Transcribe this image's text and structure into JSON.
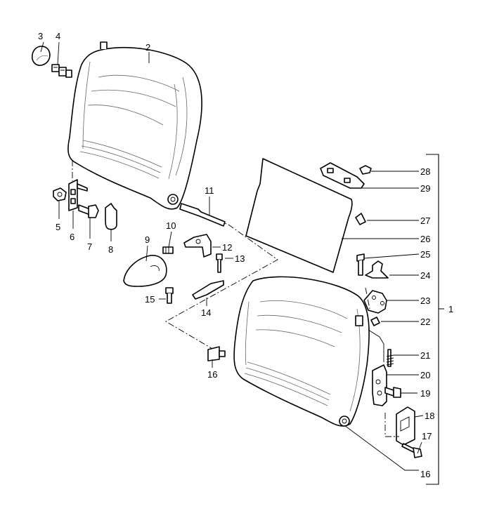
{
  "callouts": [
    {
      "key": "p1",
      "text": "1"
    },
    {
      "key": "p2",
      "text": "2"
    },
    {
      "key": "p3",
      "text": "3"
    },
    {
      "key": "p4",
      "text": "4"
    },
    {
      "key": "p5",
      "text": "5"
    },
    {
      "key": "p6",
      "text": "6"
    },
    {
      "key": "p7",
      "text": "7"
    },
    {
      "key": "p8",
      "text": "8"
    },
    {
      "key": "p9",
      "text": "9"
    },
    {
      "key": "p10",
      "text": "10"
    },
    {
      "key": "p11",
      "text": "11"
    },
    {
      "key": "p12",
      "text": "12"
    },
    {
      "key": "p13",
      "text": "13"
    },
    {
      "key": "p14",
      "text": "14"
    },
    {
      "key": "p15",
      "text": "15"
    },
    {
      "key": "p16a",
      "text": "16"
    },
    {
      "key": "p16b",
      "text": "16"
    },
    {
      "key": "p17",
      "text": "17"
    },
    {
      "key": "p18",
      "text": "18"
    },
    {
      "key": "p19",
      "text": "19"
    },
    {
      "key": "p20",
      "text": "20"
    },
    {
      "key": "p21",
      "text": "21"
    },
    {
      "key": "p22",
      "text": "22"
    },
    {
      "key": "p23",
      "text": "23"
    },
    {
      "key": "p24",
      "text": "24"
    },
    {
      "key": "p25",
      "text": "25"
    },
    {
      "key": "p26",
      "text": "26"
    },
    {
      "key": "p27",
      "text": "27"
    },
    {
      "key": "p28",
      "text": "28"
    },
    {
      "key": "p29",
      "text": "29"
    }
  ]
}
